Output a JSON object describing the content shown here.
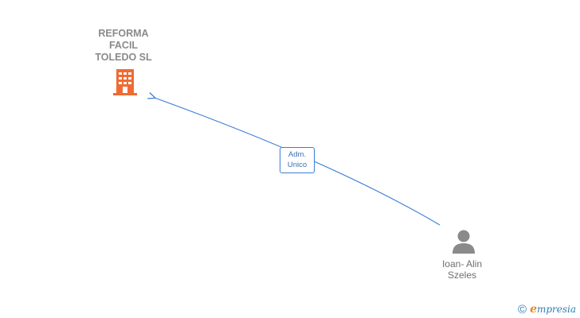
{
  "company": {
    "name": "REFORMA\nFACIL\nTOLEDO  SL",
    "icon": "building-icon",
    "color": "#f06b33"
  },
  "relationship": {
    "line1": "Adm.",
    "line2": "Unico",
    "color": "#3b7dd8"
  },
  "person": {
    "first_line": "Ioan- Alin",
    "second_line": "Szeles",
    "icon": "person-icon",
    "color": "#8a8a8a"
  },
  "watermark": {
    "symbol": "©",
    "brand_initial": "e",
    "brand_rest": "mpresia"
  }
}
